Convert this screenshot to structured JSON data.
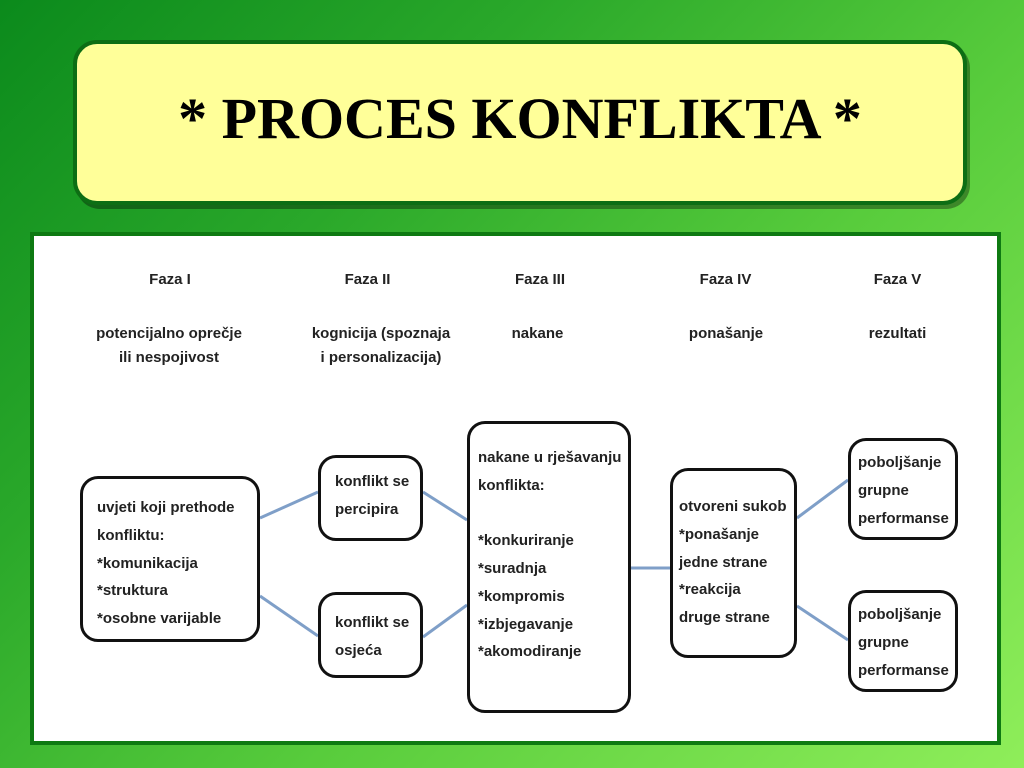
{
  "title": "* PROCES KONFLIKTA *",
  "phases": [
    {
      "name": "Faza I",
      "desc": "potencijalno oprečje\nili nespojivost"
    },
    {
      "name": "Faza II",
      "desc": "kognicija (spoznaja\ni personalizacija)"
    },
    {
      "name": "Faza III",
      "desc": "nakane"
    },
    {
      "name": "Faza IV",
      "desc": "ponašanje"
    },
    {
      "name": "Faza V",
      "desc": "rezultati"
    }
  ],
  "boxes": {
    "uvjeti": "uvjeti koji prethode\nkonfliktu:\n    *komunikacija\n    *struktura\n    *osobne varijable",
    "percipira": "konflikt se\npercipira",
    "osjeca": "konflikt se\nosjeća",
    "nakane": "nakane u rješavanju\nkonflikta:\n\n*konkuriranje\n*suradnja\n*kompromis\n*izbjegavanje\n*akomodiranje",
    "otvoreni": "otvoreni sukob\n  *ponašanje\n    jedne strane\n  *reakcija\n    druge strane",
    "rezultat1": "poboljšanje\n   grupne\n  performanse",
    "rezultat2": "poboljšanje\n   grupne\n  performanse"
  },
  "colors": {
    "background_start": "#0b8a1c",
    "background_end": "#8fee5a",
    "title_fill": "#ffff99",
    "frame_border": "#0e7a12",
    "connector": "#7f9fc8"
  }
}
